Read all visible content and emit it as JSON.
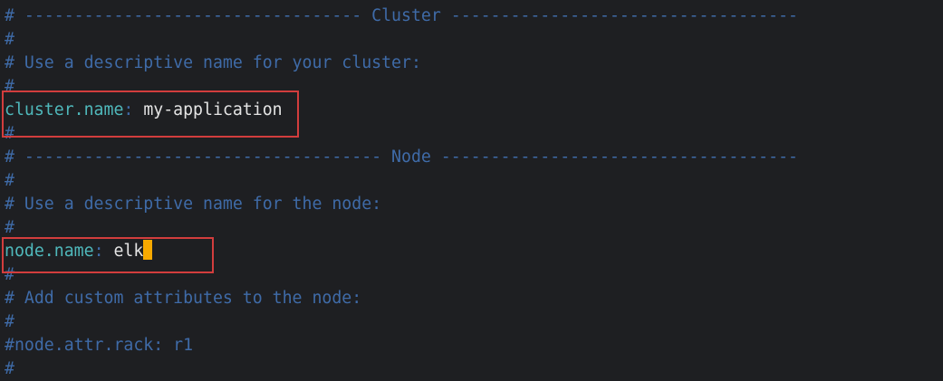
{
  "lines": [
    "# ---------------------------------- Cluster -----------------------------------",
    "#",
    "# Use a descriptive name for your cluster:",
    "#",
    "",
    "#",
    "# ------------------------------------ Node ------------------------------------",
    "#",
    "# Use a descriptive name for the node:",
    "#",
    "",
    "#",
    "# Add custom attributes to the node:",
    "#",
    "#node.attr.rack: r1",
    "#"
  ],
  "settings": {
    "cluster_key": "cluster.name",
    "cluster_sep": ": ",
    "cluster_value": "my-application",
    "node_key": "node.name",
    "node_sep": ": ",
    "node_value": "elk"
  },
  "colors": {
    "background": "#1e1f22",
    "comment": "#3f6ba8",
    "key": "#4fb8bb",
    "value": "#e4e4e4",
    "cursor": "#f7a900",
    "highlight": "#d23d3d"
  }
}
